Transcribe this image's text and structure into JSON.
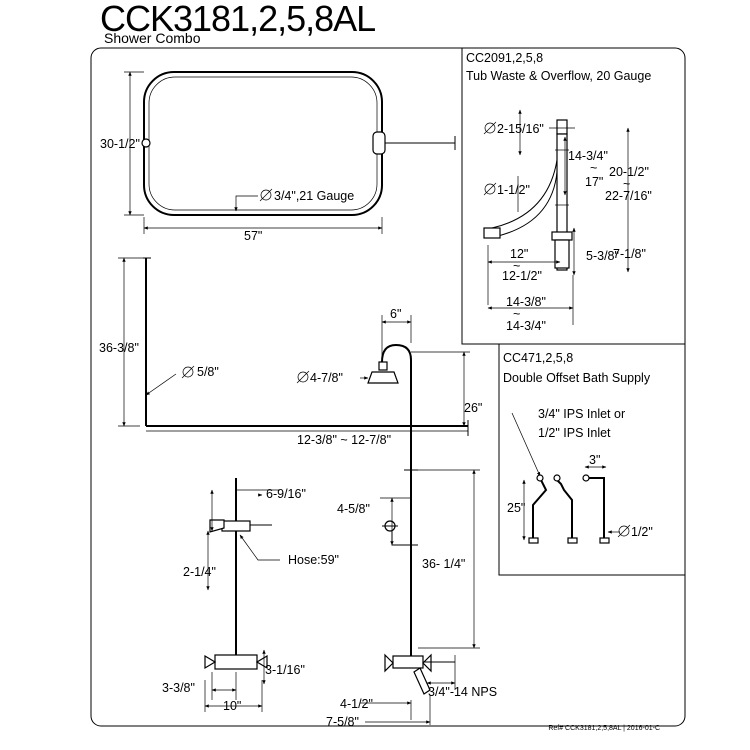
{
  "header": {
    "title": "CCK3181,2,5,8AL",
    "subtitle": "Shower Combo",
    "reference": "Ref# CCK3181,2,5,8AL | 2016-01-C"
  },
  "enclosure": {
    "height": "30-1/2\"",
    "width": "57\"",
    "tube": "3/4\",21 Gauge"
  },
  "tub_waste": {
    "model": "CC2091,2,5,8",
    "name": "Tub Waste & Overflow, 20 Gauge",
    "dim_top": "2-15/16\"",
    "dim_a": "14-3/4\"",
    "dim_a_sep": "~",
    "dim_b": "17\"",
    "dim_c": "20-1/2\"",
    "dim_c_sep": "~",
    "dim_d": "22-7/16\"",
    "dim_drain": "1-1/2\"",
    "dim_e": "12\"",
    "dim_e_sep": "~",
    "dim_f": "12-1/2\"",
    "dim_g": "5-3/8\"",
    "dim_h": "7-1/8\"",
    "dim_i": "14-3/8\"",
    "dim_i_sep": "~",
    "dim_j": "14-3/4\""
  },
  "bath_supply": {
    "model": "CC471,2,5,8",
    "name": "Double Offset Bath Supply",
    "inlet_line1": "3/4\" IPS Inlet or",
    "inlet_line2": "1/2\" IPS Inlet",
    "spacing": "3\"",
    "height": "25\"",
    "diameter": "1/2\""
  },
  "riser": {
    "height": "36-3/8\"",
    "diameter": "5/8\"",
    "offset": "6\"",
    "head": "4-7/8\"",
    "arm_height": "26\"",
    "span": "12-3/8\" ~ 12-7/8\"",
    "hand_shower": "6-9/16\"",
    "hose": "Hose:59\"",
    "holder": "2-1/4\"",
    "valve_height": "3-1/16\"",
    "valve_left": "3-3/8\"",
    "centers": "10\"",
    "support": "4-5/8\"",
    "riser_height": "36- 1/4\"",
    "spout": "4-1/2\"",
    "spout_total": "7-5/8\"",
    "thread": "3/4\"-14 NPS"
  }
}
